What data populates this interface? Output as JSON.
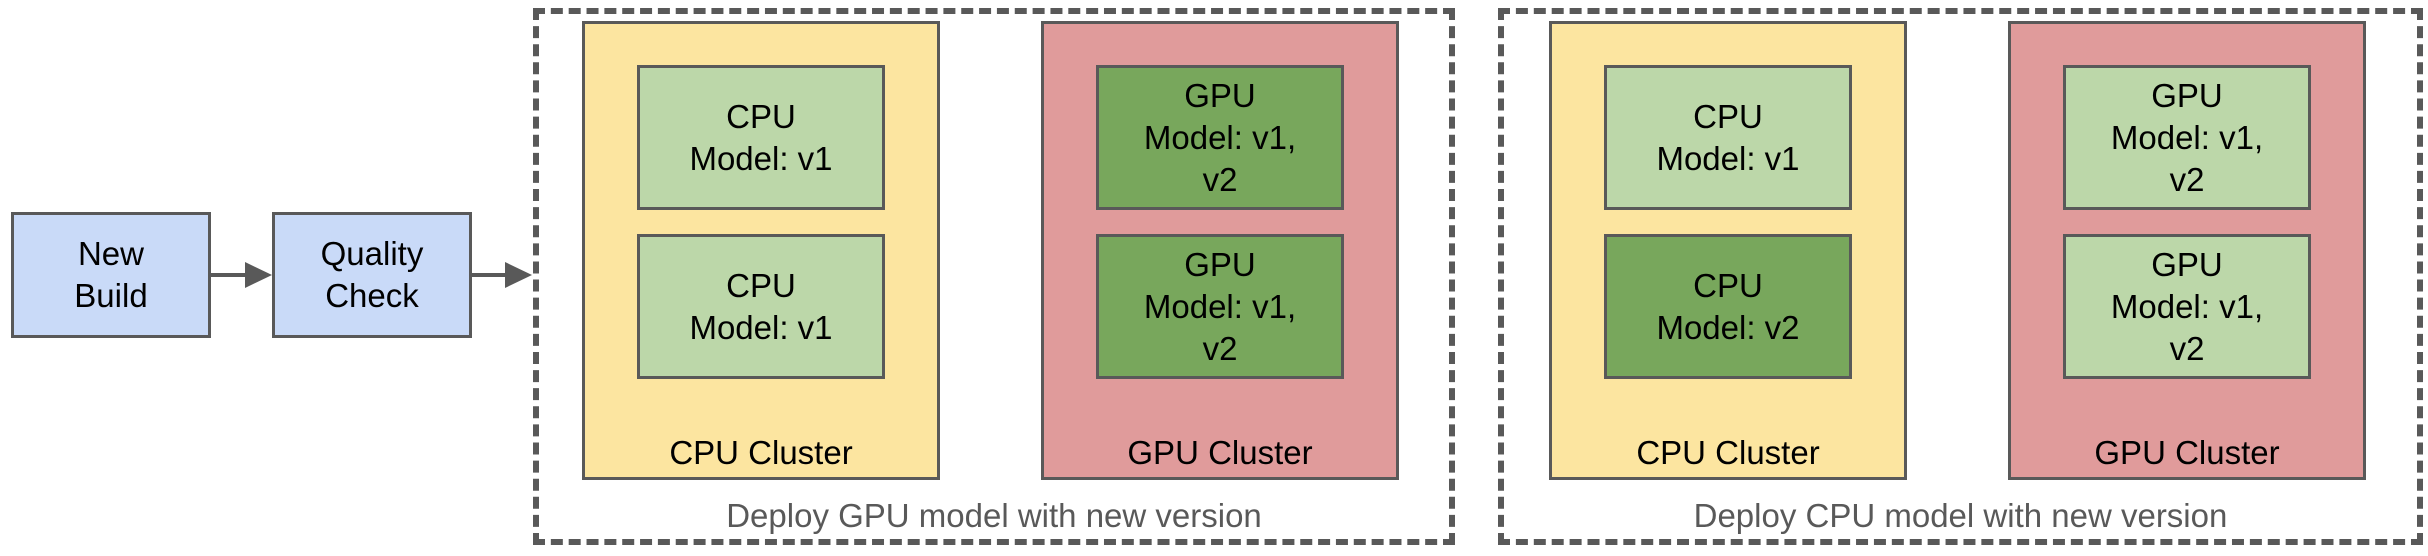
{
  "colors": {
    "step_fill": "#c9daf8",
    "cpu_cluster_fill": "#fce5a0",
    "gpu_cluster_fill": "#e09b9b",
    "model_old_fill": "#bcd7a9",
    "model_new_fill": "#78a75c",
    "stroke": "#595959"
  },
  "pipeline": {
    "new_build": "New\nBuild",
    "quality_check": "Quality\nCheck"
  },
  "groups": [
    {
      "caption": "Deploy GPU model with new version",
      "cpu_cluster": {
        "label": "CPU Cluster",
        "nodes": [
          {
            "text": "CPU\nModel: v1",
            "state": "old"
          },
          {
            "text": "CPU\nModel: v1",
            "state": "old"
          }
        ]
      },
      "gpu_cluster": {
        "label": "GPU Cluster",
        "nodes": [
          {
            "text": "GPU\nModel: v1,\nv2",
            "state": "new"
          },
          {
            "text": "GPU\nModel: v1,\nv2",
            "state": "new"
          }
        ]
      }
    },
    {
      "caption": "Deploy CPU model with new version",
      "cpu_cluster": {
        "label": "CPU Cluster",
        "nodes": [
          {
            "text": "CPU\nModel: v1",
            "state": "old"
          },
          {
            "text": "CPU\nModel: v2",
            "state": "new"
          }
        ]
      },
      "gpu_cluster": {
        "label": "GPU Cluster",
        "nodes": [
          {
            "text": "GPU\nModel: v1,\nv2",
            "state": "old"
          },
          {
            "text": "GPU\nModel: v1,\nv2",
            "state": "old"
          }
        ]
      }
    }
  ]
}
